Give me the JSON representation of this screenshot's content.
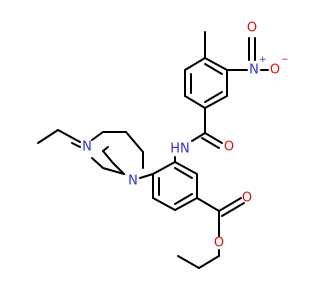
{
  "structure_diagram": {
    "atom_labels": {
      "nitrogen_nitro": "N",
      "nitrogen_nitro_charge": "+",
      "oxygen_nitro_single": "O",
      "oxygen_nitro_single_charge": "−",
      "oxygen_nitro_double": "O",
      "nitrogen_amide": "HN",
      "oxygen_amide": "O",
      "nitrogen_piperazine_top": "N",
      "nitrogen_piperazine_bottom": "N",
      "oxygen_ester_carbonyl": "O",
      "oxygen_ester_single": "O"
    },
    "colors": {
      "bond": "#000000",
      "nitrogen": "#3030d8",
      "oxygen": "#e01010"
    }
  }
}
